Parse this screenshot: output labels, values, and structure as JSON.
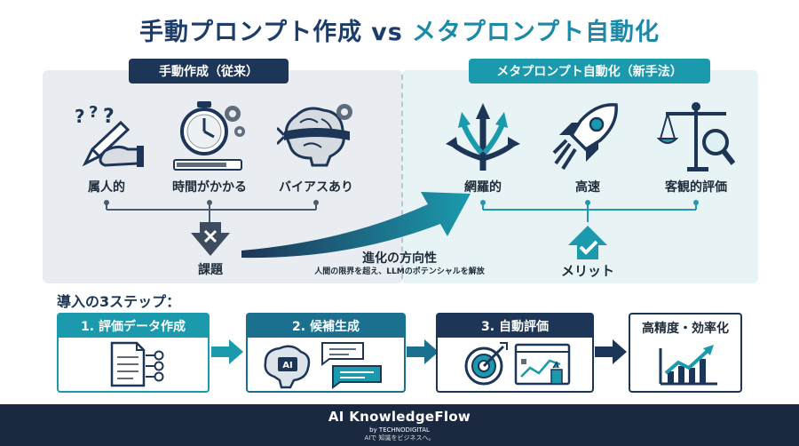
{
  "title": {
    "part1": "手動プロンプト作成",
    "vs": "vs",
    "part2": "メタプロンプト自動化"
  },
  "left_panel": {
    "header": "手動作成（従来）",
    "items": [
      {
        "label": "属人的",
        "icon": "pen-writing-icon"
      },
      {
        "label": "時間がかかる",
        "icon": "stopwatch-icon"
      },
      {
        "label": "バイアスあり",
        "icon": "blindfold-brain-icon"
      }
    ],
    "outcome": "課題"
  },
  "right_panel": {
    "header": "メタプロンプト自動化（新手法）",
    "items": [
      {
        "label": "網羅的",
        "icon": "branching-arrows-icon"
      },
      {
        "label": "高速",
        "icon": "rocket-icon"
      },
      {
        "label": "客観的評価",
        "icon": "scale-magnifier-icon"
      }
    ],
    "outcome": "メリット"
  },
  "evolution": {
    "title": "進化の方向性",
    "subtitle": "人間の限界を超え、LLMのポテンシャルを解放"
  },
  "steps": {
    "title": "導入の3ステップ：",
    "items": [
      {
        "label": "1. 評価データ作成"
      },
      {
        "label": "2. 候補生成",
        "ai_badge": "AI"
      },
      {
        "label": "3. 自動評価"
      },
      {
        "label": "高精度・効率化"
      }
    ]
  },
  "footer": {
    "brand": "AI KnowledgeFlow",
    "by": "by TECHNODIGITAL",
    "tagline": "AIで 知識をビジネスへ。"
  },
  "colors": {
    "navy": "#1d3556",
    "teal": "#1b9aad",
    "light_teal": "#e7f3f5",
    "light_gray": "#e9ecf0"
  }
}
